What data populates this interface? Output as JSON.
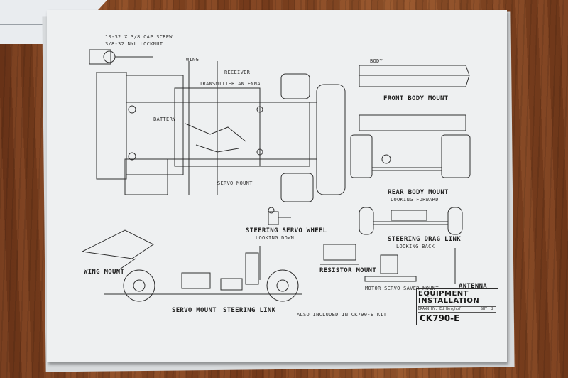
{
  "title_block": {
    "title_line1": "EQUIPMENT",
    "title_line2": "INSTALLATION",
    "drawn_by": "DRAWN BY: Ed Berghof",
    "sheet": "SHT. 2",
    "part_number": "CK790-E"
  },
  "views": {
    "front_body_mount": "FRONT BODY MOUNT",
    "rear_body_mount": "REAR BODY MOUNT",
    "rear_body_mount_sub": "LOOKING FORWARD",
    "steering_servo_wheel": "STEERING SERVO WHEEL",
    "steering_servo_wheel_sub": "LOOKING DOWN",
    "steering drag link": "STEERING DRAG LINK",
    "steering_drag_link_sub": "LOOKING BACK",
    "resistor_mount": "RESISTOR MOUNT",
    "wing_mount": "WING MOUNT",
    "servo_mount": "SERVO MOUNT",
    "steering_link": "STEERING LINK",
    "antenna": "ANTENNA",
    "motor_servo_saver_mount": "MOTOR SERVO SAVER MOUNT"
  },
  "callouts": {
    "c1": "10-32 X 3/8 CAP SCREW",
    "c2": "3/8-32 NYL LOCKNUT",
    "c3": "BODY",
    "c4": "WING",
    "c5": "RECEIVER",
    "c6": "BATTERY",
    "c7": "TRANSMITTER ANTENNA",
    "c8": "SERVO MOUNT",
    "c9": "ALSO INCLUDED IN CK790-E KIT"
  }
}
